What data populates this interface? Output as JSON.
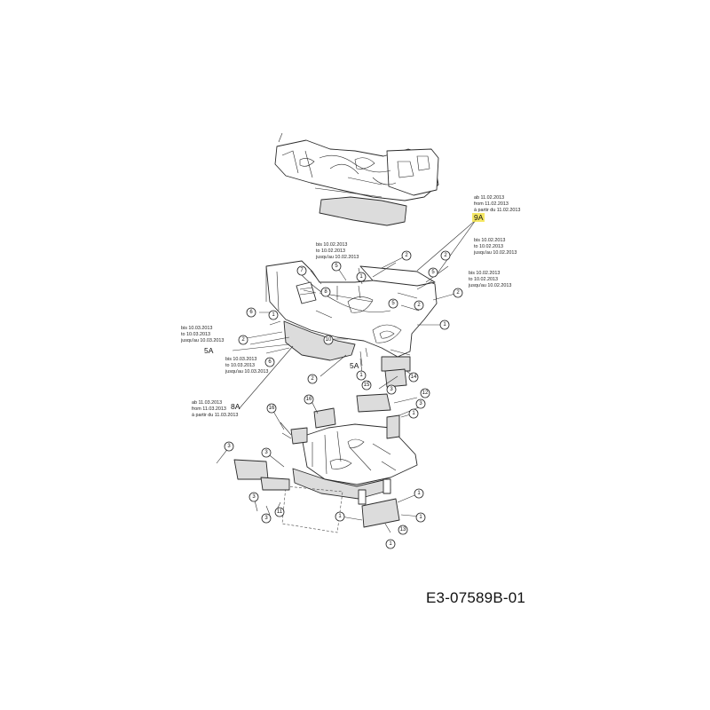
{
  "notes": {
    "note_9a": [
      "ab 11.02.2013",
      "from 11.02.2013",
      "à partir du 11.02.2013"
    ],
    "note_top_center": [
      "bis 10.02.2013",
      "to 10.02.2013",
      "jusqu'au 10.02.2013"
    ],
    "note_right_1": [
      "bis 10.02.2013",
      "to 10.02.2013",
      "jusqu'au 10.02.2013"
    ],
    "note_right_2": [
      "bis 10.02.2013",
      "to 10.02.2013",
      "jusqu'au 10.02.2013"
    ],
    "note_left_5a": [
      "bis 10.03.2013",
      "to 10.03.2013",
      "jusqu'au 10.03.2013"
    ],
    "note_center_6": [
      "bis 10.03.2013",
      "to 10.03.2013",
      "jusqu'au 10.03.2013"
    ],
    "note_8a": [
      "ab 11.03.2013",
      "from 11.03.2013",
      "à partir du 11.03.2013"
    ]
  },
  "reference_labels": {
    "label_9a": "9A",
    "label_5a_left": "5A",
    "label_5a_center": "5A",
    "label_8a": "8A"
  },
  "highlight_color": "#f5e44a",
  "callouts": [
    "1",
    "2",
    "3",
    "4",
    "5",
    "6",
    "7",
    "8",
    "9",
    "10",
    "11",
    "12",
    "13",
    "14",
    "15",
    "16"
  ],
  "drawing_code": "E3-07589B-01"
}
